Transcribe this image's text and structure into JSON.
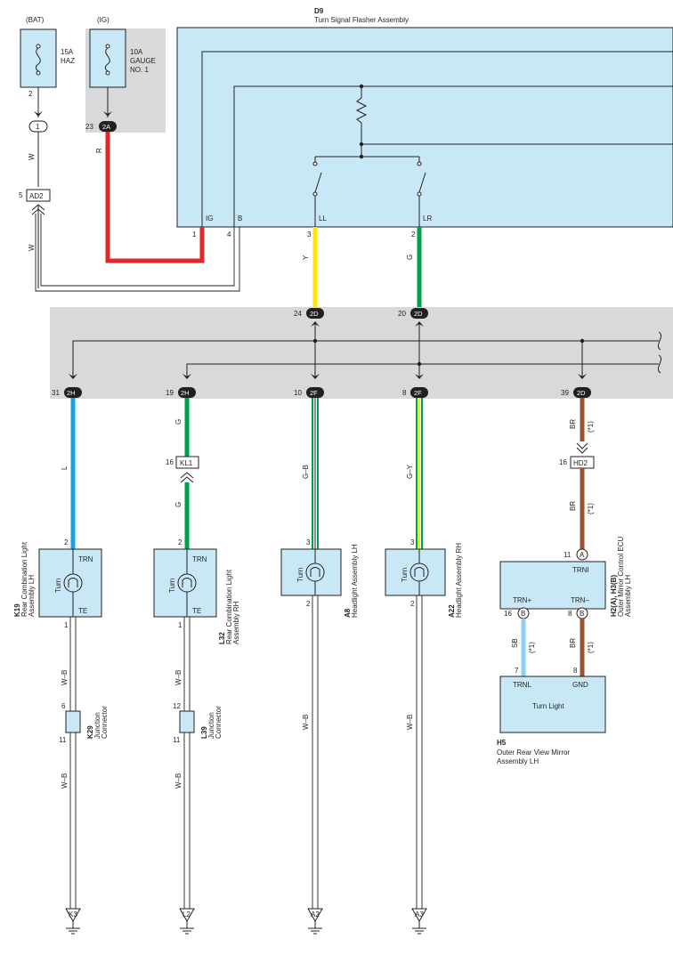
{
  "colors": {
    "panel_gray": "#d8d9da",
    "component_blue": "#c9e8f7",
    "wire_red": "#e3262d",
    "wire_yellow": "#ffe600",
    "wire_green": "#00a04b",
    "wire_blue": "#1aa3e4",
    "wire_brown": "#a0522d",
    "wire_sky_blue": "#8dd0f0",
    "wire_white_black": "#ffffff",
    "line": "#231f20"
  },
  "power": {
    "bat_label": "(BAT)",
    "ig_label": "(IG)",
    "fuse_haz_rating": "15A",
    "fuse_haz_name": "HAZ",
    "fuse_gauge_rating": "10A",
    "fuse_gauge_name_1": "GAUGE",
    "fuse_gauge_name_2": "NO. 1",
    "fuse_haz_pin": "2",
    "conn_1": "1",
    "conn_23_pin": "23",
    "conn_2a": "2A",
    "wire_w_1": "W",
    "wire_r": "R",
    "ad2_pin": "5",
    "ad2": "AD2",
    "wire_w_2": "W"
  },
  "flasher": {
    "code": "D9",
    "name": "Turn Signal Flasher Assembly",
    "term_ig": "IG",
    "term_b": "B",
    "term_ll": "LL",
    "term_lr": "LR",
    "pin_ig": "1",
    "pin_b": "4",
    "pin_ll": "3",
    "pin_lr": "2",
    "wire_y": "Y",
    "wire_g": "G"
  },
  "junction": {
    "pin_24": "24",
    "pin_20": "20",
    "conn_2d_a": "2D",
    "conn_2d_b": "2D",
    "pin_31": "31",
    "pin_19": "19",
    "pin_10": "10",
    "pin_8": "8",
    "pin_39": "39",
    "conn_2h_a": "2H",
    "conn_2h_b": "2H",
    "conn_2f_a": "2F",
    "conn_2f_b": "2F",
    "conn_2d_c": "2D"
  },
  "k19": {
    "code": "K19",
    "name_1": "Rear Combination Light",
    "name_2": "Assembly LH",
    "wire_top": "L",
    "pin_top": "2",
    "trn": "TRN",
    "te": "TE",
    "turn": "Turn",
    "pin_bottom": "1",
    "wire_1": "W–B",
    "wire_2": "W–B",
    "ground": "K3"
  },
  "k29": {
    "code": "K29",
    "name_1": "Junction",
    "name_2": "Connector",
    "pin_top": "6",
    "pin_bottom": "11"
  },
  "l32": {
    "code": "L32",
    "name_1": "Rear Combination Light",
    "name_2": "Assembly RH",
    "wire_top": "G",
    "wire_mid": "G",
    "kl1_pin": "16",
    "kl1": "KL1",
    "pin_top": "2",
    "trn": "TRN",
    "te": "TE",
    "turn": "Turn",
    "pin_bottom": "1",
    "wire_1": "W–B",
    "wire_2": "W–B",
    "ground": "L2"
  },
  "l39": {
    "code": "L39",
    "name_1": "Junction",
    "name_2": "Connector",
    "pin_top": "12",
    "pin_bottom": "11"
  },
  "a8": {
    "code": "A8",
    "name": "Headlight Assembly LH",
    "wire_top": "G–B",
    "pin_top": "3",
    "turn": "Turn",
    "pin_bottom": "2",
    "wire_bottom": "W–B",
    "ground": "A2"
  },
  "a22": {
    "code": "A22",
    "name": "Headlight Assembly RH",
    "wire_top": "G–Y",
    "pin_top": "3",
    "turn": "Turn",
    "pin_bottom": "2",
    "wire_bottom": "W–B",
    "ground": "A3"
  },
  "mirror_ecu": {
    "code": "H2(A), H3(B)",
    "name_1": "Outer Mirror Control ECU",
    "name_2": "Assembly LH",
    "wire_br_1": "BR",
    "note_1": "(*1)",
    "hd2_pin": "16",
    "hd2": "HD2",
    "wire_br_2": "BR",
    "note_2": "(*1)",
    "pin_11": "11",
    "conn_a": "A",
    "trni": "TRNI",
    "trn_plus": "TRN+",
    "trn_minus": "TRN–",
    "pin_16": "16",
    "conn_b1": "B",
    "pin_8": "8",
    "conn_b2": "B",
    "wire_sb": "SB",
    "note_3": "(*1)",
    "wire_br_3": "BR",
    "note_4": "(*1)"
  },
  "h5": {
    "code": "H5",
    "name_1": "Outer Rear View Mirror",
    "name_2": "Assembly LH",
    "pin_7": "7",
    "pin_8": "8",
    "trnl": "TRNL",
    "gnd": "GND",
    "body": "Turn Light"
  }
}
